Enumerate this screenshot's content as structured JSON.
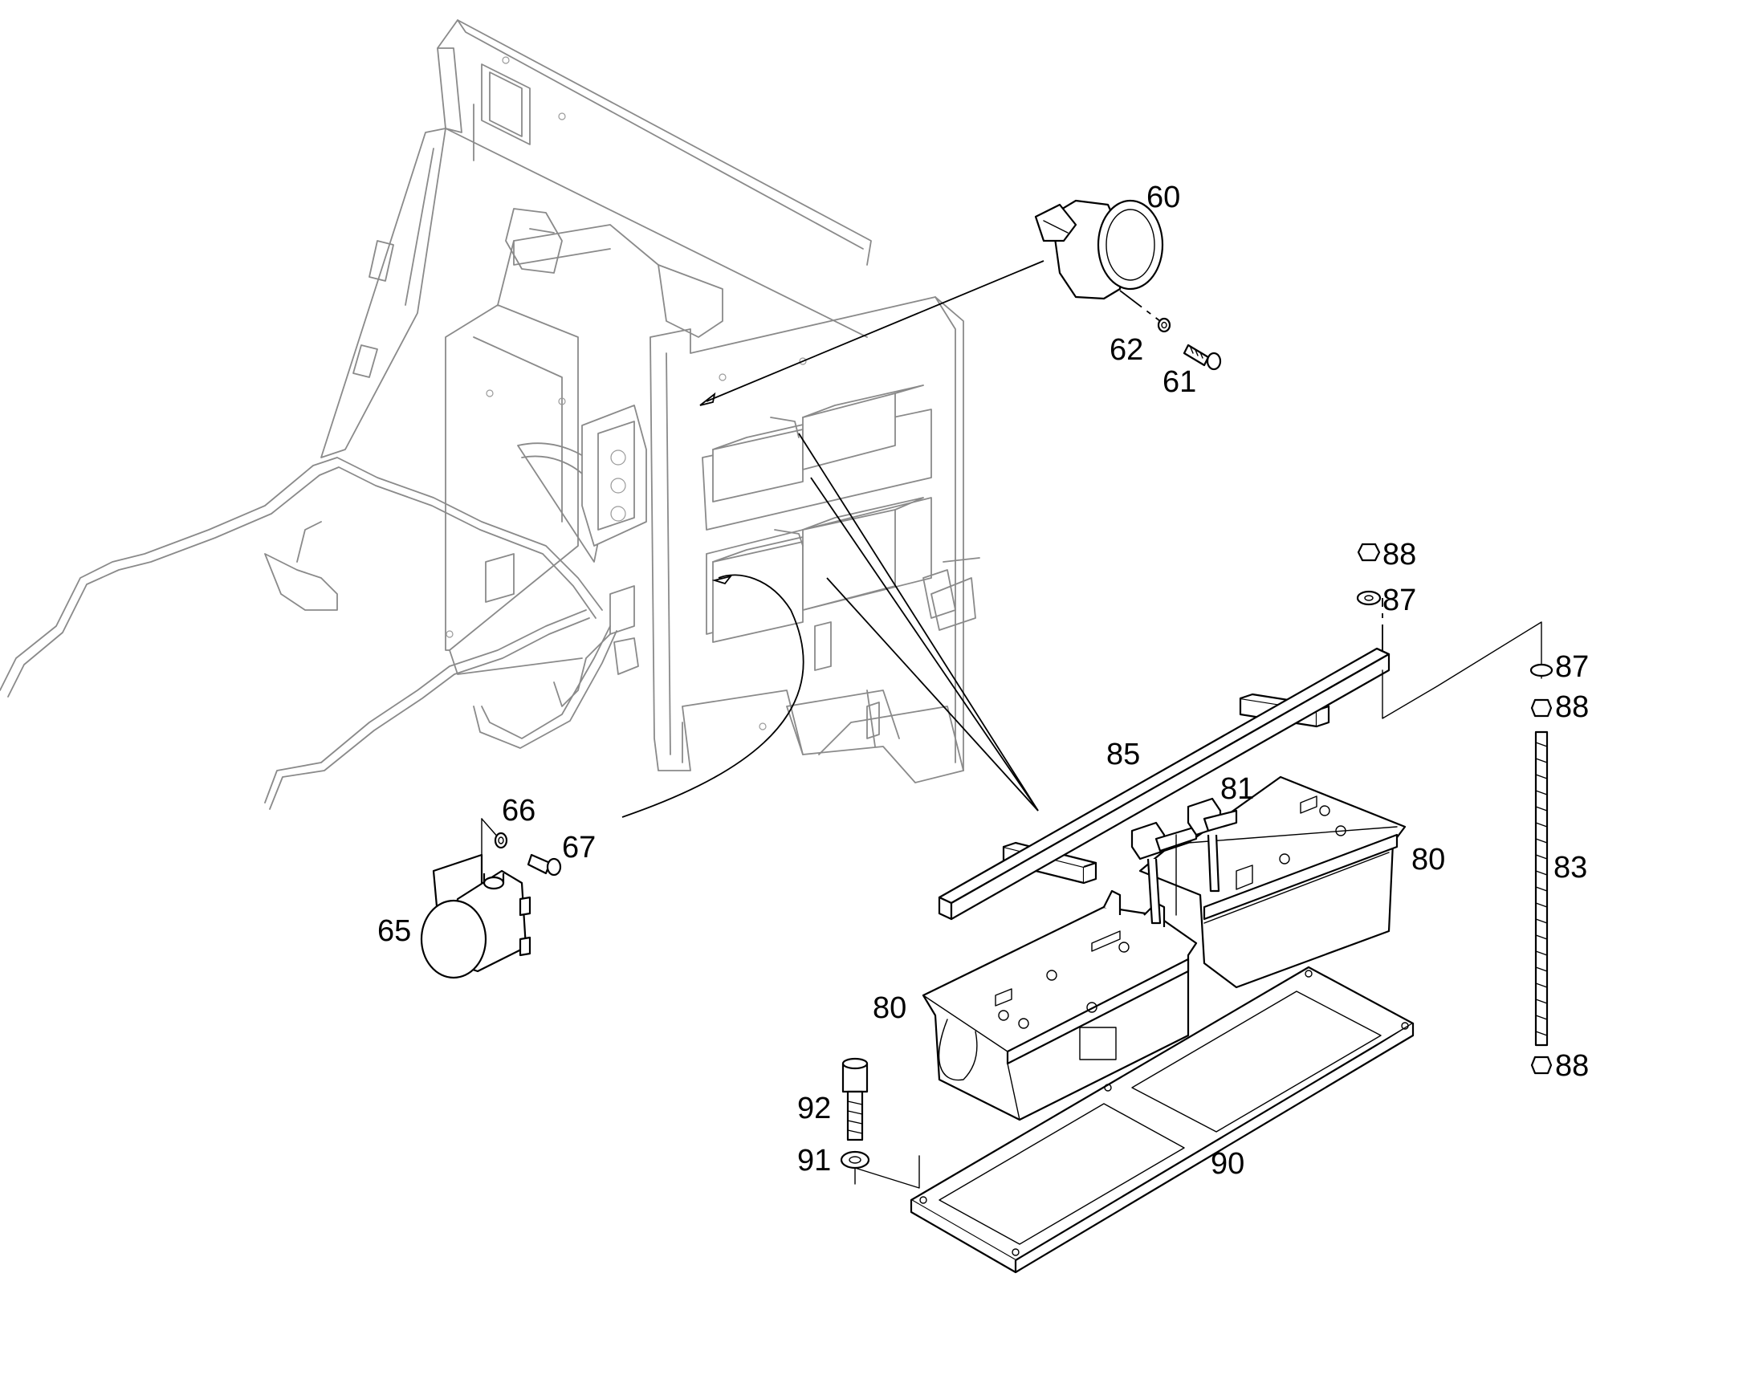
{
  "colors": {
    "background": "#ffffff",
    "line": "#000000",
    "context": "#8a8a8a"
  },
  "callouts": {
    "c60": "60",
    "c61": "61",
    "c62": "62",
    "c65": "65",
    "c66": "66",
    "c67": "67",
    "c80a": "80",
    "c80b": "80",
    "c81": "81",
    "c83": "83",
    "c85": "85",
    "c87a": "87",
    "c87b": "87",
    "c88a": "88",
    "c88b": "88",
    "c88c": "88",
    "c90": "90",
    "c91": "91",
    "c92": "92"
  }
}
